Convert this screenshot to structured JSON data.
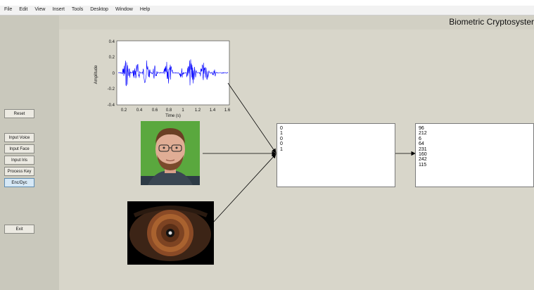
{
  "menu": [
    "File",
    "Edit",
    "View",
    "Insert",
    "Tools",
    "Desktop",
    "Window",
    "Help"
  ],
  "title": "Biometric Cryptosyster",
  "buttons": {
    "reset": "Reset",
    "input_voice": "Input Voice",
    "input_face": "Input  Face",
    "input_iris": "Input   Iris",
    "process_key": "Process Key",
    "enc_dyc": "Enc/Dyc",
    "exit": "Exit"
  },
  "plot": {
    "ylabel": "Amplitude",
    "xlabel": "Time (s)",
    "yticks": [
      "0.4",
      "0.2",
      "0",
      "-0.2",
      "-0.4"
    ],
    "xticks": [
      "0.2",
      "0.4",
      "0.6",
      "0.8",
      "1",
      "1.2",
      "1.4",
      "1.6"
    ],
    "line_color": "#0000ff"
  },
  "key_bits": [
    "0",
    "1",
    "0",
    "0",
    "1"
  ],
  "output_bytes": [
    "96",
    "212",
    "6",
    "64",
    "231",
    "160",
    "242",
    "115"
  ]
}
